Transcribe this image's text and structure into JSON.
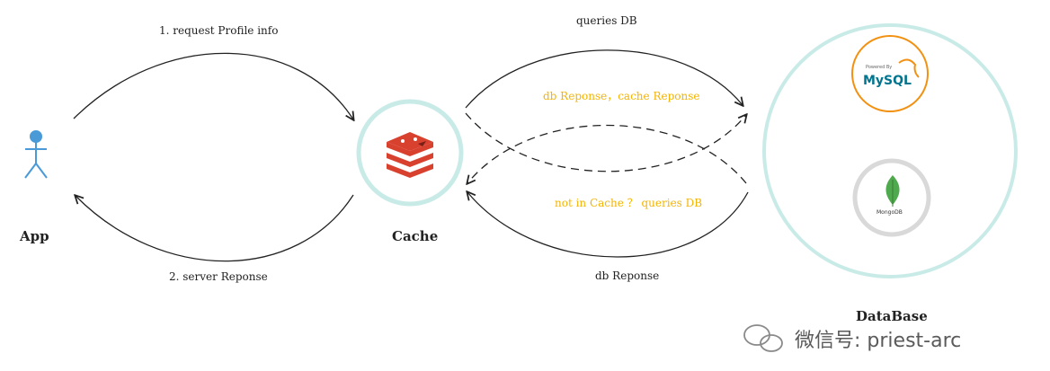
{
  "nodes": {
    "app": "App",
    "cache": "Cache",
    "database": "DataBase"
  },
  "edges": {
    "request": "1.  request Profile info",
    "response": "2.  server Reponse",
    "queries": "queries DB",
    "db_cache_response": "db  Reponse，cache Reponse",
    "not_in_cache": "not in Cache ？ queries DB",
    "db_response": "db  Reponse"
  },
  "logos": {
    "mysql_small": "Powered By",
    "mysql": "MySQL",
    "mongodb": "MongoDB"
  },
  "watermark": "微信号: priest-arc",
  "colors": {
    "ring": "#c9ebe8",
    "accent": "#f5b400",
    "redis": "#d9412f",
    "user": "#4a9ad8",
    "mysql_blue": "#00758f",
    "mysql_orange": "#f29111",
    "mongo_green": "#4fa94d"
  }
}
